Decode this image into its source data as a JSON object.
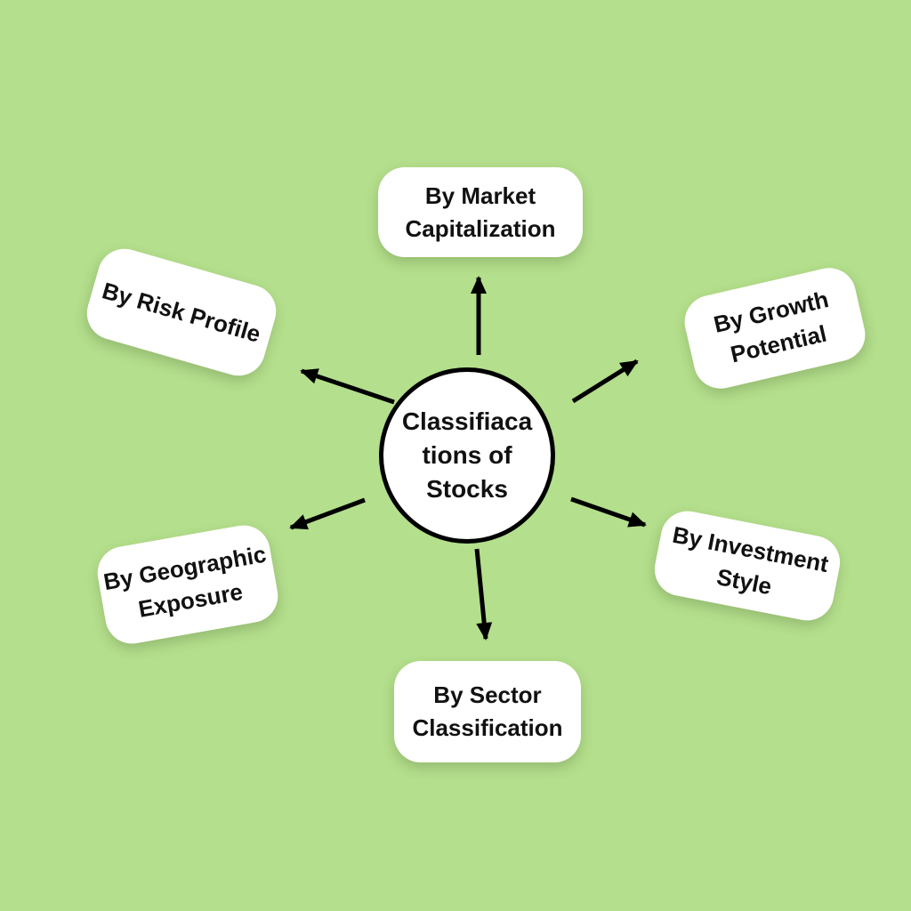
{
  "diagram": {
    "type": "radial-mind-map",
    "colors": {
      "background": "#b4df8c",
      "node_fill": "#ffffff",
      "stroke": "#000000",
      "text": "#111111"
    },
    "center": {
      "lines": [
        "Classifiaca",
        "tions of",
        "Stocks"
      ]
    },
    "nodes": [
      {
        "id": "by-market-capitalization",
        "lines": [
          "By Market",
          "Capitalization"
        ]
      },
      {
        "id": "by-growth-potential",
        "lines": [
          "By Growth",
          "Potential"
        ]
      },
      {
        "id": "by-investment-style",
        "lines": [
          "By Investment",
          "Style"
        ]
      },
      {
        "id": "by-sector-classification",
        "lines": [
          "By Sector",
          "Classification"
        ]
      },
      {
        "id": "by-geographic-exposure",
        "lines": [
          "By Geographic",
          "Exposure"
        ]
      },
      {
        "id": "by-risk-profile",
        "lines": [
          "By Risk Profile"
        ]
      }
    ]
  }
}
